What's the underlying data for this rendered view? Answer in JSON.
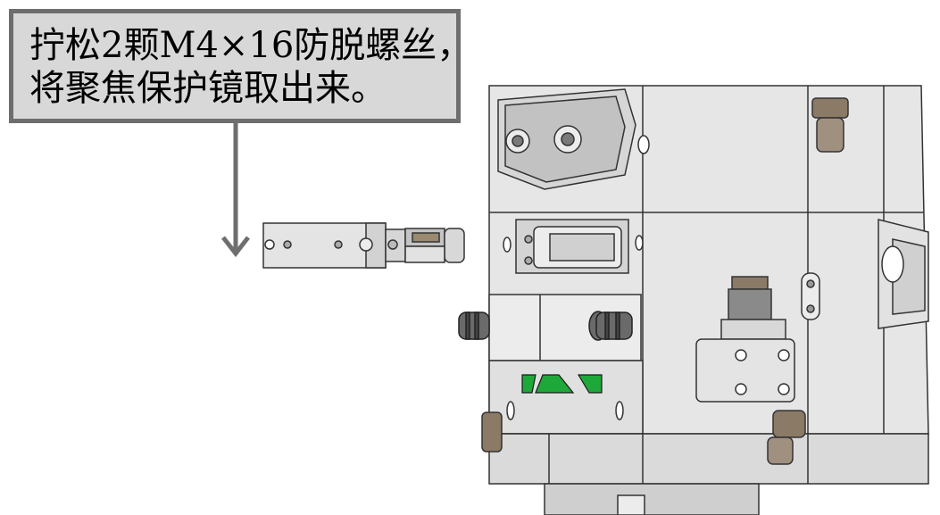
{
  "callout": {
    "line1": "拧松2颗M4×16防脱螺丝，",
    "line2": "将聚焦保护镜取出来。"
  },
  "colors": {
    "callout_fill": "#d8d8d8",
    "callout_border": "#6e6e6e",
    "arrow": "#6e6e6e",
    "metal_light": "#e6e6e6",
    "metal_mid": "#c8c8c8",
    "metal_dark": "#8c8c8c",
    "indicator_green": "#1fa83a",
    "fitting_bronze": "#8a7a66"
  },
  "icons": [
    "arrow-down-icon",
    "focus-lens-drawer",
    "cutting-head-assembly",
    "knurled-knob-icon",
    "pneumatic-fitting-icon",
    "green-indicator-icon"
  ]
}
